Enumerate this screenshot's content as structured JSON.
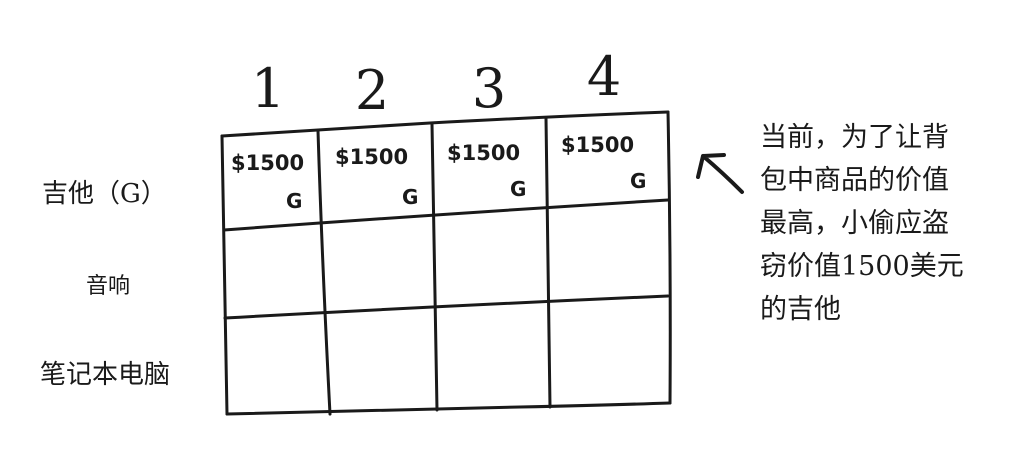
{
  "columns": [
    "1",
    "2",
    "3",
    "4"
  ],
  "rows": [
    {
      "label": "吉他（G）"
    },
    {
      "label": "音响"
    },
    {
      "label": "笔记本电脑"
    }
  ],
  "cells": [
    {
      "value": "$1500",
      "item": "G"
    },
    {
      "value": "$1500",
      "item": "G"
    },
    {
      "value": "$1500",
      "item": "G"
    },
    {
      "value": "$1500",
      "item": "G"
    }
  ],
  "annotation": {
    "lines": [
      "当前，为了让背",
      "包中商品的价值",
      "最高，小偷应盗",
      "窃价值1500美元",
      "的吉他"
    ]
  }
}
